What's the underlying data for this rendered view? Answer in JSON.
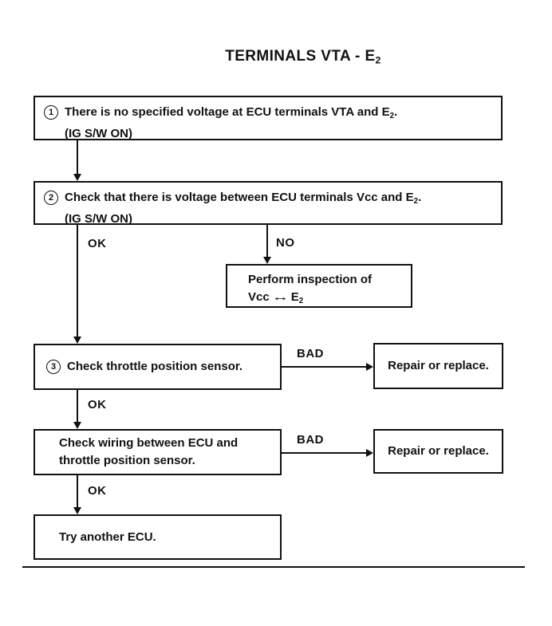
{
  "page": {
    "title_pre": "TERMINALS VTA - E",
    "title_sub": "2"
  },
  "steps": {
    "step1": {
      "num": "1",
      "text_pre": "There is no specified voltage at ECU terminals VTA and E",
      "text_sub": "2",
      "text_post": ".",
      "cond": "(IG S/W ON)"
    },
    "step2": {
      "num": "2",
      "text_pre": "Check that there is voltage between ECU terminals Vcc and E",
      "text_sub": "2",
      "text_post": ".",
      "cond": "(IG S/W ON)"
    },
    "step3": {
      "num": "3",
      "text": "Check throttle position sensor."
    },
    "step4": {
      "line1": "Check wiring between ECU and",
      "line2": "throttle position sensor."
    },
    "step5": {
      "text": "Try another ECU."
    }
  },
  "side_boxes": {
    "inspection": {
      "line1": "Perform inspection of",
      "line2_pre": "Vcc",
      "line2_arrow": "↔",
      "line2_e": "E",
      "line2_sub": "2"
    },
    "repair1": {
      "text": "Repair or replace."
    },
    "repair2": {
      "text": "Repair or replace."
    }
  },
  "branch_labels": {
    "ok1": "OK",
    "no1": "NO",
    "bad1": "BAD",
    "ok2": "OK",
    "bad2": "BAD",
    "ok3": "OK"
  },
  "colors": {
    "ink": "#111111",
    "background": "#ffffff"
  }
}
